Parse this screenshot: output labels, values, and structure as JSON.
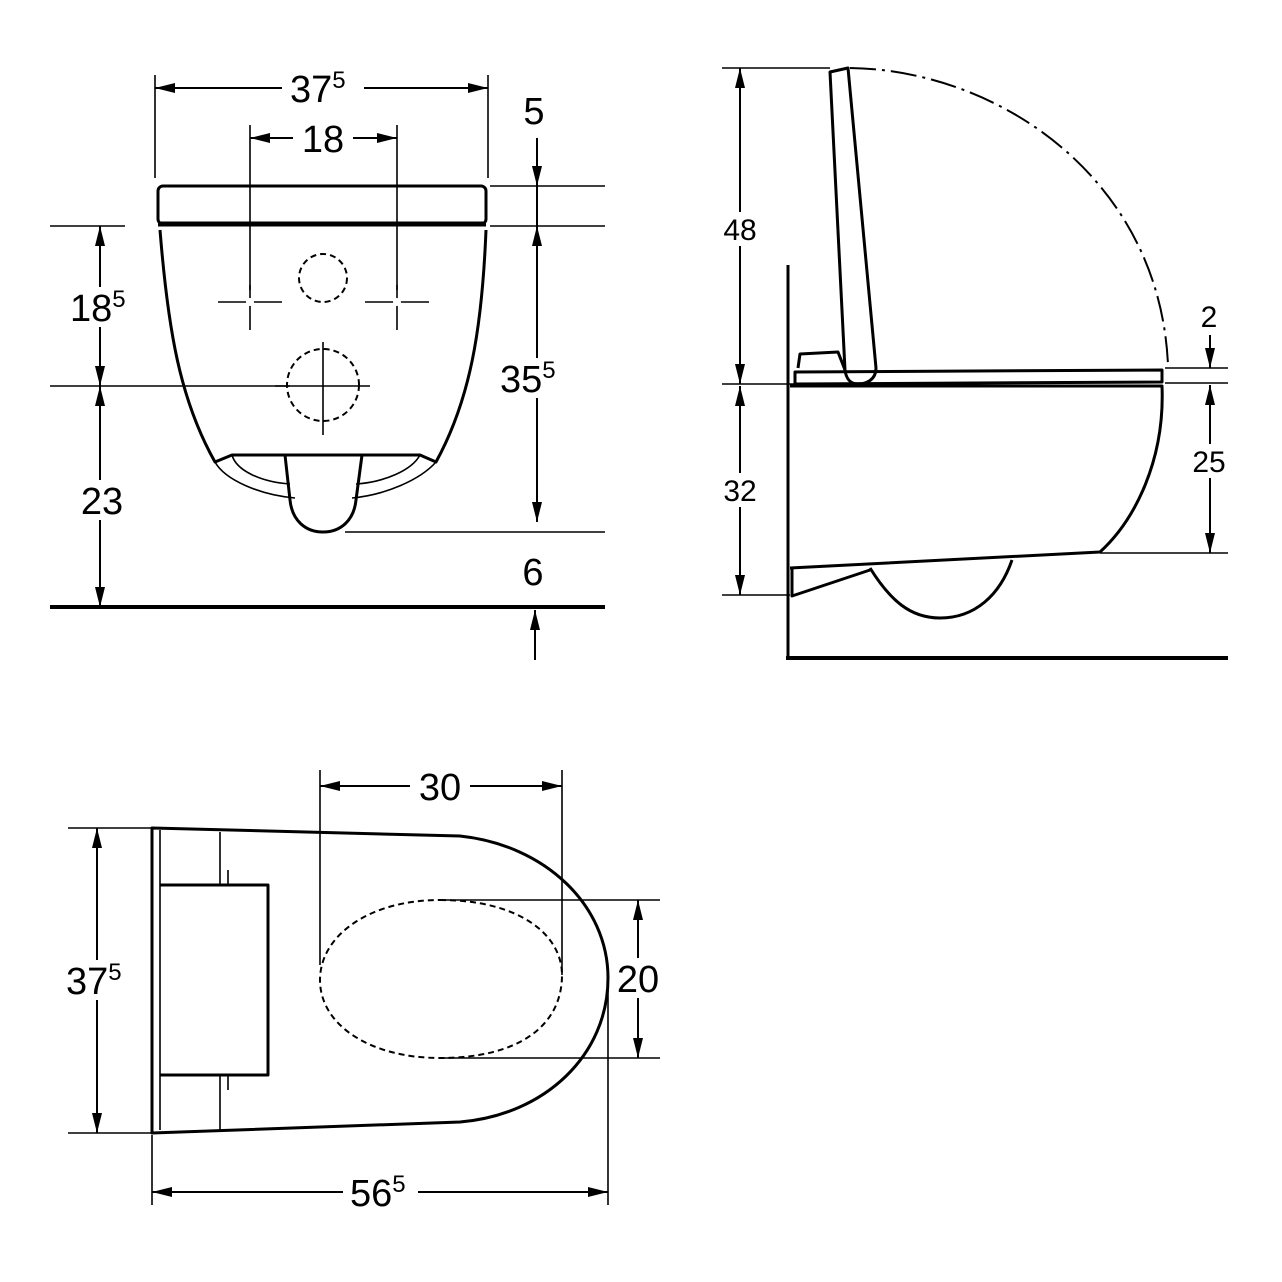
{
  "front_view": {
    "width_total": {
      "main": "37",
      "sup": "5"
    },
    "bolt_spacing": {
      "main": "18",
      "sup": ""
    },
    "seat_thickness": {
      "main": "5",
      "sup": ""
    },
    "bolt_height": {
      "main": "18",
      "sup": "5"
    },
    "bowl_height": {
      "main": "35",
      "sup": "5"
    },
    "outlet_height": {
      "main": "23",
      "sup": ""
    },
    "floor_gap": {
      "main": "6",
      "sup": ""
    }
  },
  "side_view": {
    "lid_height": {
      "main": "48",
      "sup": ""
    },
    "seat_gap": {
      "main": "2",
      "sup": ""
    },
    "bowl_depth": {
      "main": "25",
      "sup": ""
    },
    "rim_height": {
      "main": "32",
      "sup": ""
    }
  },
  "top_view": {
    "opening_length": {
      "main": "30",
      "sup": ""
    },
    "opening_width": {
      "main": "20",
      "sup": ""
    },
    "width_total": {
      "main": "37",
      "sup": "5"
    },
    "length_total": {
      "main": "56",
      "sup": "5"
    }
  }
}
